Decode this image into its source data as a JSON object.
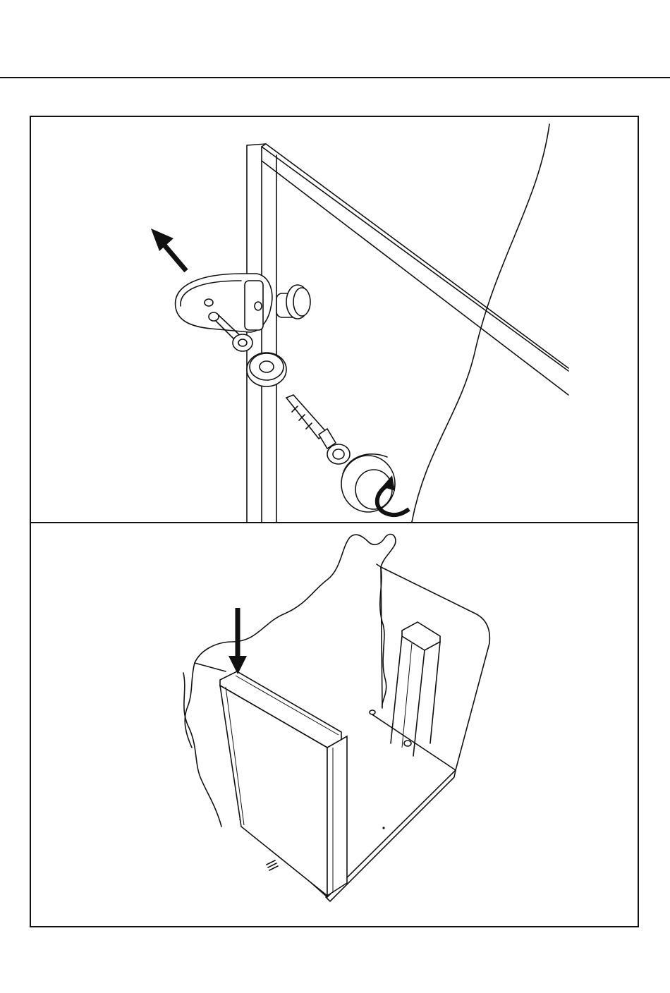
{
  "document": {
    "type": "assembly-instructions",
    "steps": [
      {
        "id": "top",
        "depicts": [
          "door-panel",
          "hinge-bracket",
          "knob",
          "screw",
          "washer"
        ],
        "arrows": [
          "arrow-up-left",
          "rotate-arrow"
        ]
      },
      {
        "id": "bottom",
        "depicts": [
          "cabinet-body",
          "side-panel",
          "rail",
          "door-panel"
        ],
        "arrows": [
          "arrow-down"
        ]
      }
    ]
  }
}
